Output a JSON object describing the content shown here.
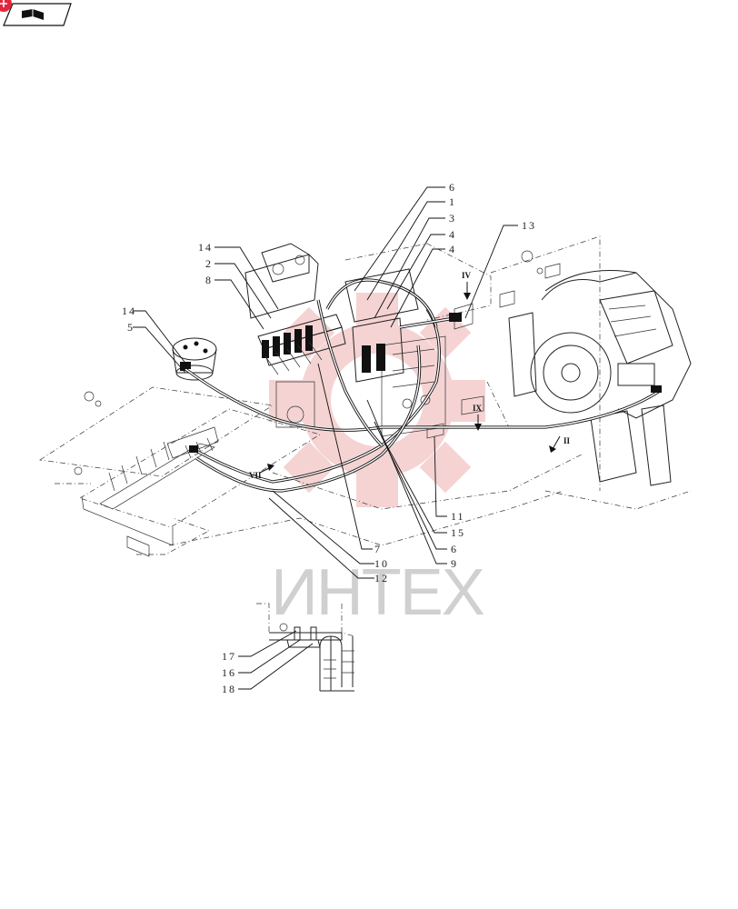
{
  "badge": {
    "icon": "book-open-icon",
    "accent": "#e3263b"
  },
  "watermark": {
    "text": "ИНТЕХ",
    "color": "#d43a3a"
  },
  "view_markers": [
    "IV",
    "IX",
    "II",
    "VII"
  ],
  "callouts": [
    "6",
    "1",
    "3",
    "4",
    "4",
    "13",
    "14",
    "2",
    "8",
    "14",
    "5",
    "11",
    "15",
    "7",
    "6",
    "10",
    "9",
    "12",
    "17",
    "16",
    "18"
  ]
}
